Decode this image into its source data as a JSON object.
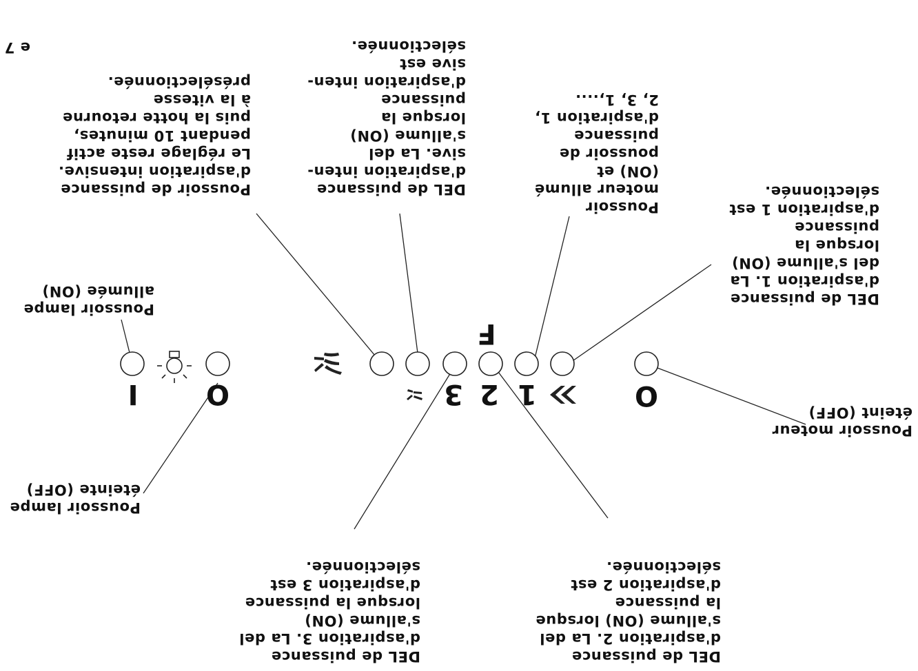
{
  "page_label": "e 7",
  "panel": {
    "lamp_on_symbol": "I",
    "lamp_off_symbol": "O",
    "motor_off_symbol": "O",
    "speed_symbols": [
      "1",
      "2",
      "3"
    ],
    "intensive_symbol": "F",
    "icons": [
      "bulb-icon",
      "fan-icon",
      "fan-small-icon",
      "double-chevron-icon"
    ]
  },
  "labels": {
    "motor_off": "Poussoir moteur\néteint (OFF)",
    "led1": "DEL de puissance\nd'aspiration 1. La\ndel s'allume (ON)\nlorsque la\npuissance\nd'aspiration 1 est\nsélectionnée.",
    "motor_on": "Poussoir\nmoteur allumé\n(ON) et\npoussoir de\npuissance\nd'aspiration 1,\n2, 3, 1,....",
    "led2": "DEL de puissance\nd'aspiration 2. La del\ns'allume (ON) lorsque\nla puissance\nd'aspiration 2 est\nsélectionnée.",
    "led3": "DEL de puissance\nd'aspiration 3. La del\ns'allume (ON)\nlorsque la puissance\nd'aspiration 3 est\nsélectionnée.",
    "led_intensive": "DEL de puissance\nd'aspiration inten-\nsive. La del\ns'allume (ON)\nlorsque la\npuissance\nd'aspiration inten-\nsive est\nsélectionnée.",
    "intensive_button": "Poussoir de puissance\nd'aspiration intensive.\nLe réglage reste actif\npendant 10 minutes,\npuis la hotte retourne\nà la vitesse\nprésélectionnée.",
    "lamp_on": "Poussoir lampe\nallumée (ON)",
    "lamp_off": "Poussoir lampe\néteinte (OFF)"
  }
}
